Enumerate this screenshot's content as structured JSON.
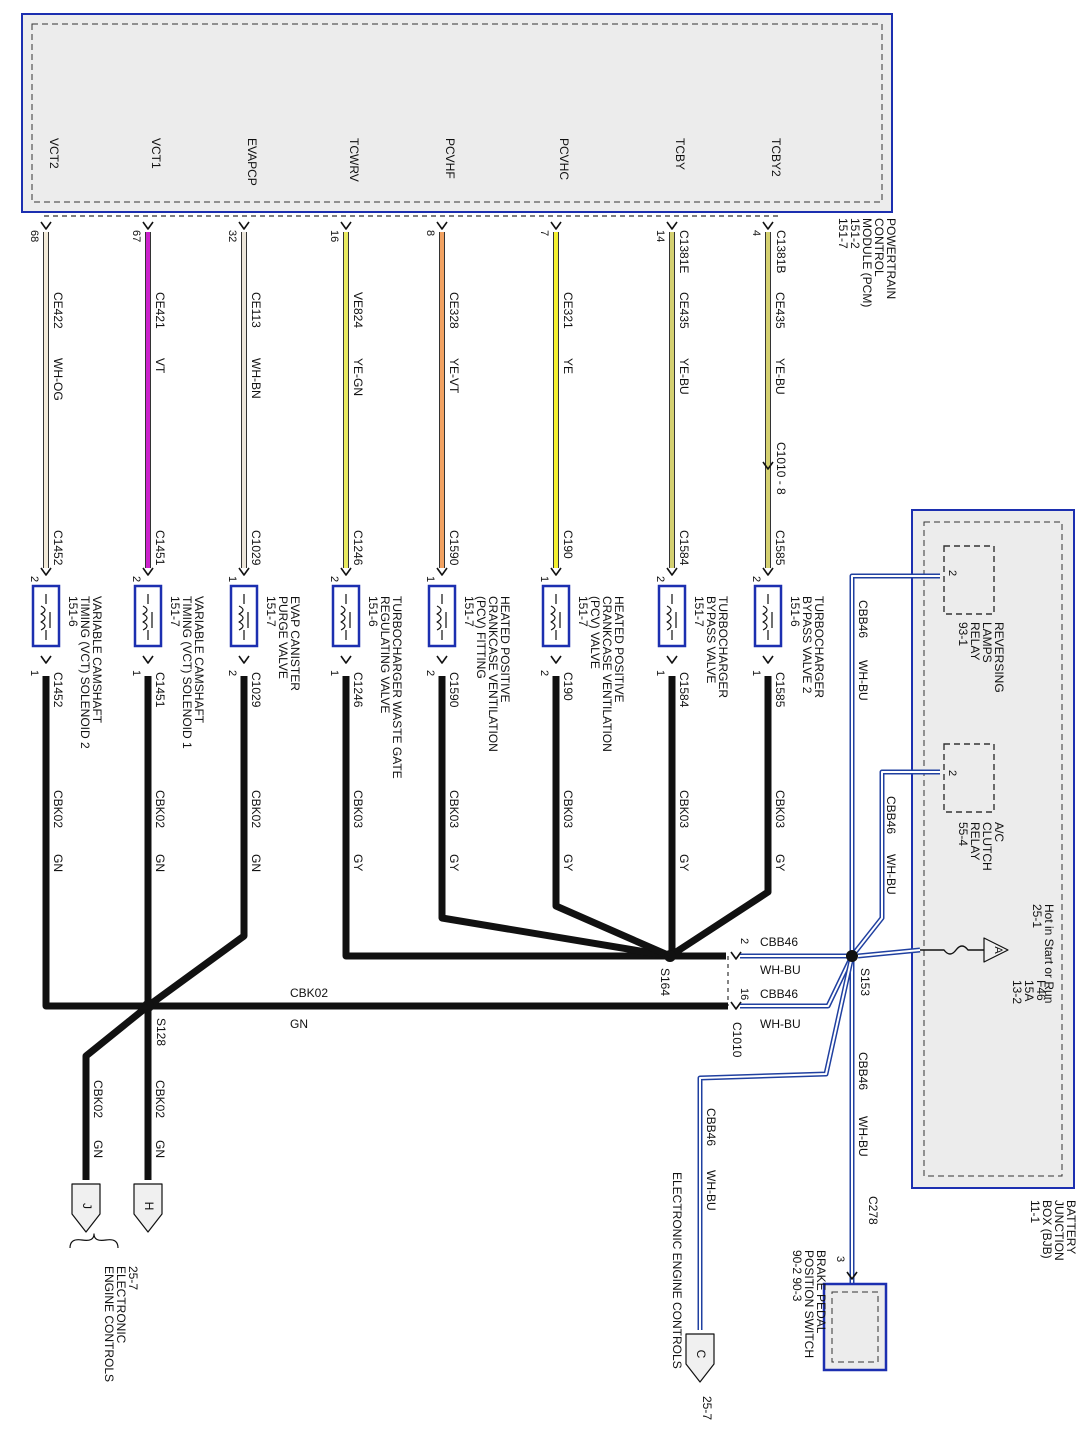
{
  "pcm": {
    "title_lines": [
      "POWERTRAIN",
      "CONTROL",
      "MODULE (PCM)",
      "151-2",
      "151-7"
    ],
    "connector_a": "C1381B",
    "connector_b": "C1381E"
  },
  "circuits": [
    {
      "id": "vct2",
      "signal": "VCT2",
      "pin": "68",
      "circuit": "CE422",
      "color_code": "WH-OG",
      "wire_color": "#f2ead8",
      "part_conn": "C1452",
      "pin_in": "2",
      "pin_out": "1",
      "ground_circuit": "CBK02",
      "ground_color": "GN",
      "component_lines": [
        "VARIABLE CAMSHAFT",
        "TIMING (VCT) SOLENOID 2",
        "151-6"
      ]
    },
    {
      "id": "vct1",
      "signal": "VCT1",
      "pin": "67",
      "circuit": "CE421",
      "color_code": "VT",
      "wire_color": "#cc22cc",
      "part_conn": "C1451",
      "pin_in": "2",
      "pin_out": "1",
      "ground_circuit": "CBK02",
      "ground_color": "GN",
      "component_lines": [
        "VARIABLE CAMSHAFT",
        "TIMING (VCT) SOLENOID 1",
        "151-7"
      ]
    },
    {
      "id": "evapcp",
      "signal": "EVAPCP",
      "pin": "32",
      "circuit": "CE113",
      "color_code": "WH-BN",
      "wire_color": "#ece6da",
      "part_conn": "C1029",
      "pin_in": "1",
      "pin_out": "2",
      "ground_circuit": "CBK02",
      "ground_color": "GN",
      "component_lines": [
        "EVAP CANISTER",
        "PURGE VALVE",
        "151-7"
      ]
    },
    {
      "id": "tcwrv",
      "signal": "TCWRV",
      "pin": "16",
      "circuit": "VE824",
      "color_code": "YE-GN",
      "wire_color": "#e8ea60",
      "part_conn": "C1246",
      "pin_in": "2",
      "pin_out": "1",
      "ground_circuit": "CBK03",
      "ground_color": "GY",
      "component_lines": [
        "TURBOCHARGER WASTE GATE",
        "REGULATING VALVE",
        "151-6"
      ]
    },
    {
      "id": "pcvhf",
      "signal": "PCVHF",
      "pin": "8",
      "circuit": "CE328",
      "color_code": "YE-VT",
      "wire_color": "#f2a262",
      "part_conn": "C1590",
      "pin_in": "1",
      "pin_out": "2",
      "ground_circuit": "CBK03",
      "ground_color": "GY",
      "component_lines": [
        "HEATED POSITIVE",
        "CRANKCASE VENTILATION",
        "(PCV) FITTING",
        "151-7"
      ]
    },
    {
      "id": "pcvhc",
      "signal": "PCVHC",
      "pin": "7",
      "circuit": "CE321",
      "color_code": "YE",
      "wire_color": "#f4f030",
      "part_conn": "C190",
      "pin_in": "1",
      "pin_out": "2",
      "ground_circuit": "CBK03",
      "ground_color": "GY",
      "component_lines": [
        "HEATED POSITIVE",
        "CRANKCASE VENTILATION",
        "(PCV) VALVE",
        "151-7"
      ]
    },
    {
      "id": "tcby",
      "signal": "TCBY",
      "pin": "14",
      "circuit": "CE435",
      "color_code": "YE-BU",
      "wire_color": "#d4d070",
      "part_conn": "C1584",
      "pin_in": "2",
      "pin_out": "1",
      "ground_circuit": "CBK03",
      "ground_color": "GY",
      "component_lines": [
        "TURBOCHARGER",
        "BYPASS VALVE",
        "151-7"
      ]
    },
    {
      "id": "tcby2",
      "signal": "TCBY2",
      "pin": "4",
      "circuit": "CE435",
      "color_code": "YE-BU",
      "wire_color": "#d4d070",
      "part_conn": "C1585",
      "pin_in": "2",
      "pin_out": "1",
      "ground_circuit": "CBK03",
      "ground_color": "GY",
      "component_lines": [
        "TURBOCHARGER",
        "BYPASS VALVE 2",
        "151-6"
      ]
    }
  ],
  "inline_connector": {
    "name": "C1010 - 8"
  },
  "splices": {
    "s164": "S164",
    "s128": "S128",
    "s153": "S153",
    "s128_circuit": "CBK02",
    "s128_color": "GN",
    "c1010": "C1010",
    "c1010_pin_upper": "2",
    "c1010_pin_lower": "16",
    "cbb46_upper": "CBB46",
    "whbu_upper": "WH-BU",
    "cbb46_lower": "CBB46",
    "whbu_lower": "WH-BU"
  },
  "bjb": {
    "title_lines": [
      "BATTERY",
      "JUNCTION",
      "BOX (BJB)",
      "11-1"
    ],
    "hot_lines": [
      "Hot in Start or Run",
      "25-1"
    ],
    "fuse_lines": [
      "F46",
      "15A",
      "13-2"
    ],
    "fuse_tag": "A",
    "relay1_lines": [
      "REVERSING",
      "LAMPS",
      "RELAY",
      "93-1"
    ],
    "relay1_pin": "2",
    "relay2_lines": [
      "A/C",
      "CLUTCH",
      "RELAY",
      "55-4"
    ],
    "relay2_pin": "2",
    "feed_circuit": "CBB46",
    "feed_color": "WH-BU"
  },
  "brake_switch": {
    "lines": [
      "BRAKE PEDAL",
      "POSITION SWITCH",
      "90-2  90-3"
    ],
    "connector": "C278",
    "pin": "3",
    "circuit": "CBB46",
    "color_code": "WH-BU"
  },
  "eec_lead": {
    "circuit": "CBB46",
    "color_code": "WH-BU",
    "tag": "C",
    "label": "ELECTRONIC ENGINE CONTROLS",
    "ref": "25-7"
  },
  "ground_leads": [
    {
      "tag": "J",
      "circuit": "CBK02",
      "color_code": "GN"
    },
    {
      "tag": "H",
      "circuit": "CBK02",
      "color_code": "GN"
    }
  ],
  "ground_ref": {
    "lines": [
      "25-7",
      "ELECTRONIC",
      "ENGINE CONTROLS"
    ]
  }
}
